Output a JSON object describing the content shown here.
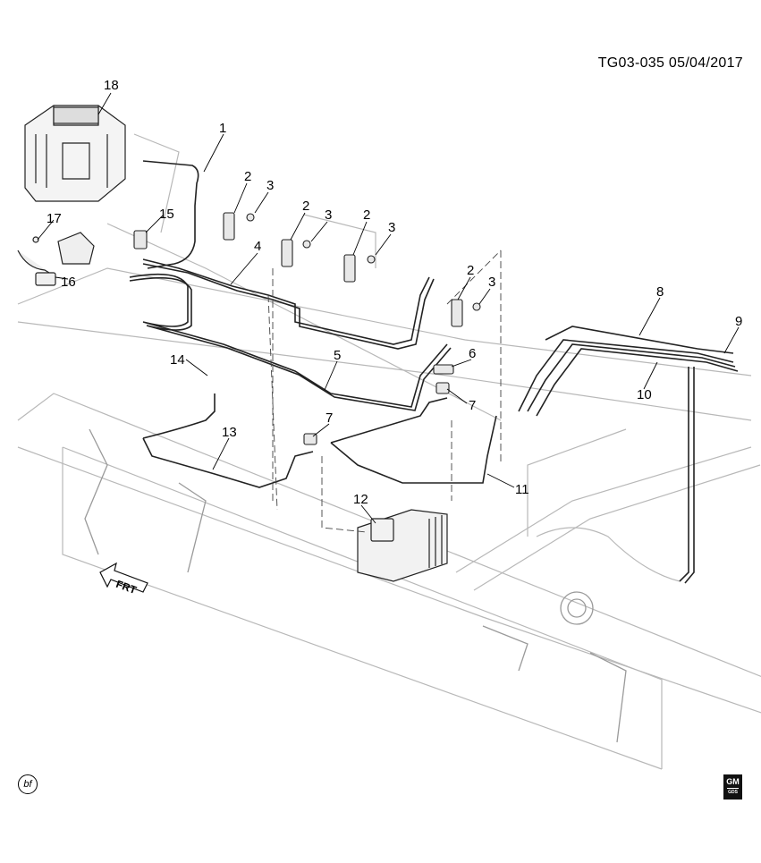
{
  "document_id": "TG03-035 05/04/2017",
  "frt_label": "FRT",
  "corner_mark": "bf",
  "logo": {
    "text": "GM",
    "sub": "GDS",
    "kind": "gm-logo"
  },
  "callouts": [
    {
      "id": "18",
      "label": "18"
    },
    {
      "id": "1",
      "label": "1"
    },
    {
      "id": "2a",
      "label": "2"
    },
    {
      "id": "3a",
      "label": "3"
    },
    {
      "id": "2b",
      "label": "2"
    },
    {
      "id": "3b",
      "label": "3"
    },
    {
      "id": "2c",
      "label": "2"
    },
    {
      "id": "3c",
      "label": "3"
    },
    {
      "id": "2d",
      "label": "2"
    },
    {
      "id": "3d",
      "label": "3"
    },
    {
      "id": "4",
      "label": "4"
    },
    {
      "id": "5",
      "label": "5"
    },
    {
      "id": "6",
      "label": "6"
    },
    {
      "id": "7a",
      "label": "7"
    },
    {
      "id": "7b",
      "label": "7"
    },
    {
      "id": "8",
      "label": "8"
    },
    {
      "id": "9",
      "label": "9"
    },
    {
      "id": "10",
      "label": "10"
    },
    {
      "id": "11",
      "label": "11"
    },
    {
      "id": "12",
      "label": "12"
    },
    {
      "id": "13",
      "label": "13"
    },
    {
      "id": "14",
      "label": "14"
    },
    {
      "id": "15",
      "label": "15"
    },
    {
      "id": "16",
      "label": "16"
    },
    {
      "id": "17",
      "label": "17"
    }
  ]
}
